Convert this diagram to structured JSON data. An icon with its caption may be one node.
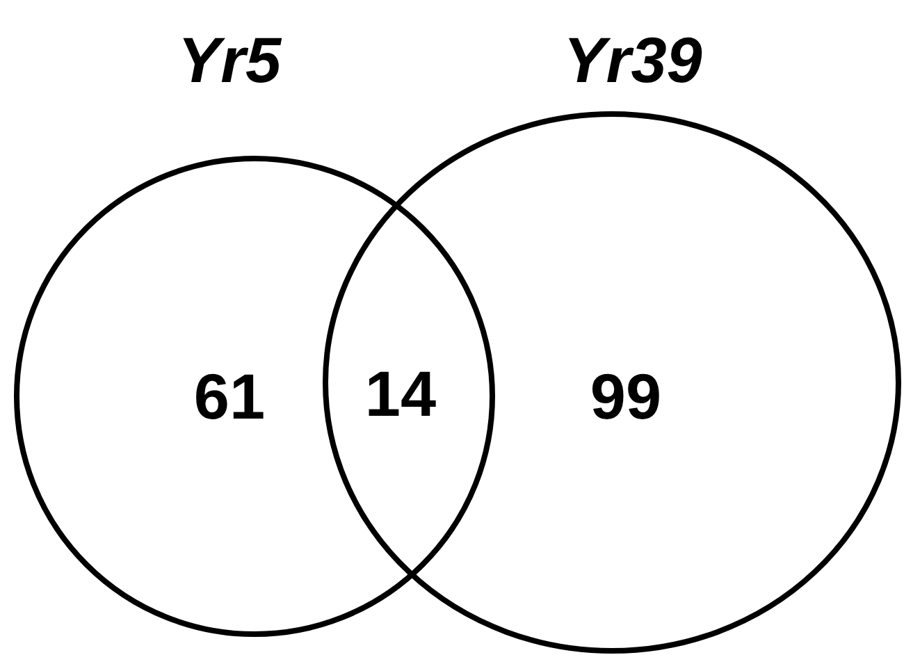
{
  "diagram": {
    "nodes": [
      {
        "text": [
          "Yr5",
          "61"
        ]
      },
      {
        "text": [
          "Yr39",
          "99"
        ]
      }
    ],
    "labels": [
      "14"
    ]
  }
}
